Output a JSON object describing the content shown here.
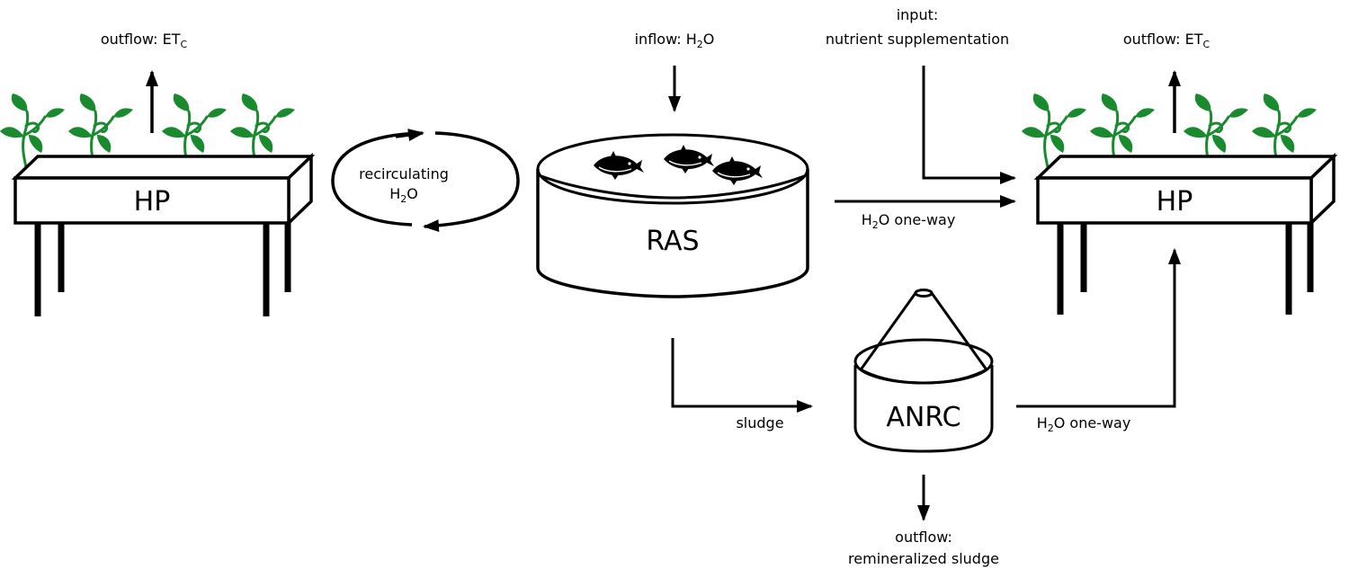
{
  "colors": {
    "plant_green": "#1a8a2e",
    "line": "#000000",
    "background": "#ffffff"
  },
  "hp_left": {
    "label": "HP",
    "outflow": {
      "text": "outflow: ET",
      "sub": "C"
    }
  },
  "hp_right": {
    "label": "HP",
    "outflow": {
      "text": "outflow: ET",
      "sub": "C"
    }
  },
  "recirculation": {
    "line1": "recirculating",
    "line2_pre": "H",
    "line2_sub": "2",
    "line2_post": "O"
  },
  "ras": {
    "label": "RAS",
    "inflow": {
      "pre": "inflow: H",
      "sub": "2",
      "post": "O"
    },
    "fish_count": 3
  },
  "nutrient_input": {
    "line1": "input:",
    "line2": "nutrient supplementation"
  },
  "ras_to_hp": {
    "pre": "H",
    "sub": "2",
    "post": "O one-way"
  },
  "sludge": {
    "label": "sludge"
  },
  "anrc": {
    "label": "ANRC",
    "to_hp": {
      "pre": "H",
      "sub": "2",
      "post": "O one-way"
    },
    "outflow": {
      "line1": "outflow:",
      "line2": "remineralized sludge"
    }
  },
  "icons": [
    "plant-icon",
    "fish-icon",
    "arrow-icon",
    "cone-icon"
  ]
}
